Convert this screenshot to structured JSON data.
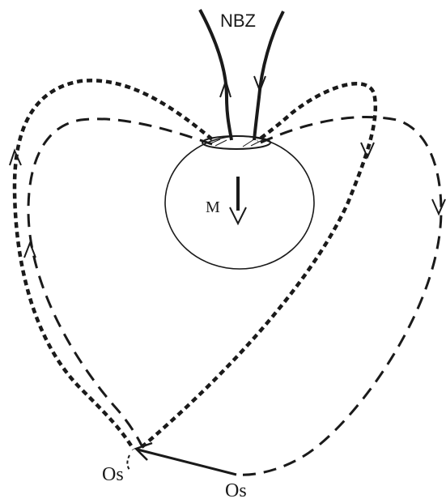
{
  "labels": {
    "nbz": "NBZ",
    "m": "M",
    "os_left": "Os",
    "os_right": "Os"
  },
  "colors": {
    "ink": "#1a1a1a",
    "background": "#ffffff"
  }
}
